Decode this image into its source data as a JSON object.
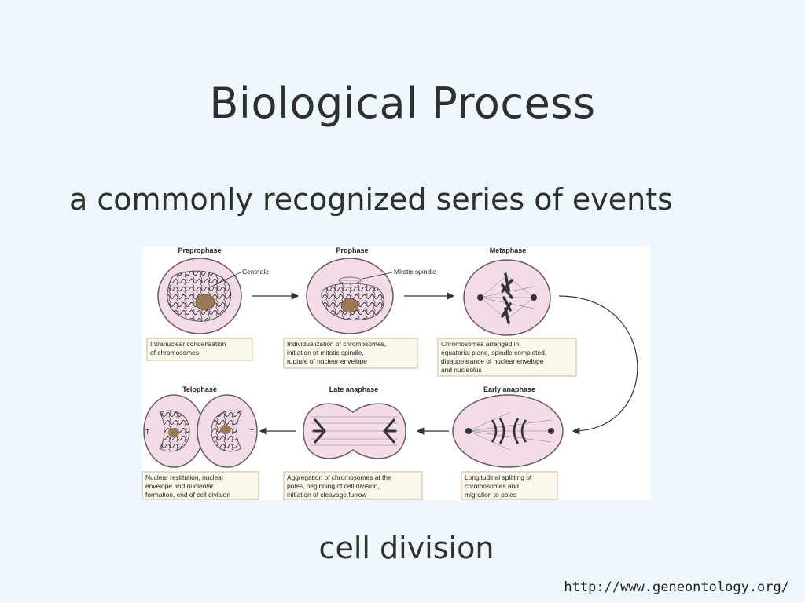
{
  "slide": {
    "title": "Biological Process",
    "subtitle": "a commonly recognized series of events",
    "caption": "cell division",
    "url": "http://www.geneontology.org/"
  },
  "diagram": {
    "phases": [
      {
        "name": "Preprophase",
        "description": [
          "Intranuclear condensation",
          "of chromosomes"
        ]
      },
      {
        "name": "Prophase",
        "description": [
          "Individualization of chromosomes,",
          "initiation of mitotic spindle,",
          "rupture of nuclear envelope"
        ]
      },
      {
        "name": "Metaphase",
        "description": [
          "Chromosomes arranged in",
          "equatorial plane, spindle completed,",
          "disappearance of nuclear envelope",
          "and nucleolus"
        ]
      },
      {
        "name": "Early anaphase",
        "description": [
          "Longitudinal splitting of",
          "chromosomes and",
          "migration to poles"
        ]
      },
      {
        "name": "Late anaphase",
        "description": [
          "Aggregation of chromosomes at the",
          "poles, beginning of cell division,",
          "initiation of cleavage furrow"
        ]
      },
      {
        "name": "Telophase",
        "description": [
          "Nuclear restitution, nuclear",
          "envelope and nucleolar",
          "formation, end of cell division"
        ]
      }
    ],
    "labels": {
      "centriole": "Centriole",
      "mitotic_spindle": "Mitotic spindle"
    },
    "colors": {
      "cell_fill": "#f3dbe8",
      "cell_stroke": "#6b5a63",
      "box_fill": "#fdf8ec",
      "box_stroke": "#b9a98a"
    }
  }
}
